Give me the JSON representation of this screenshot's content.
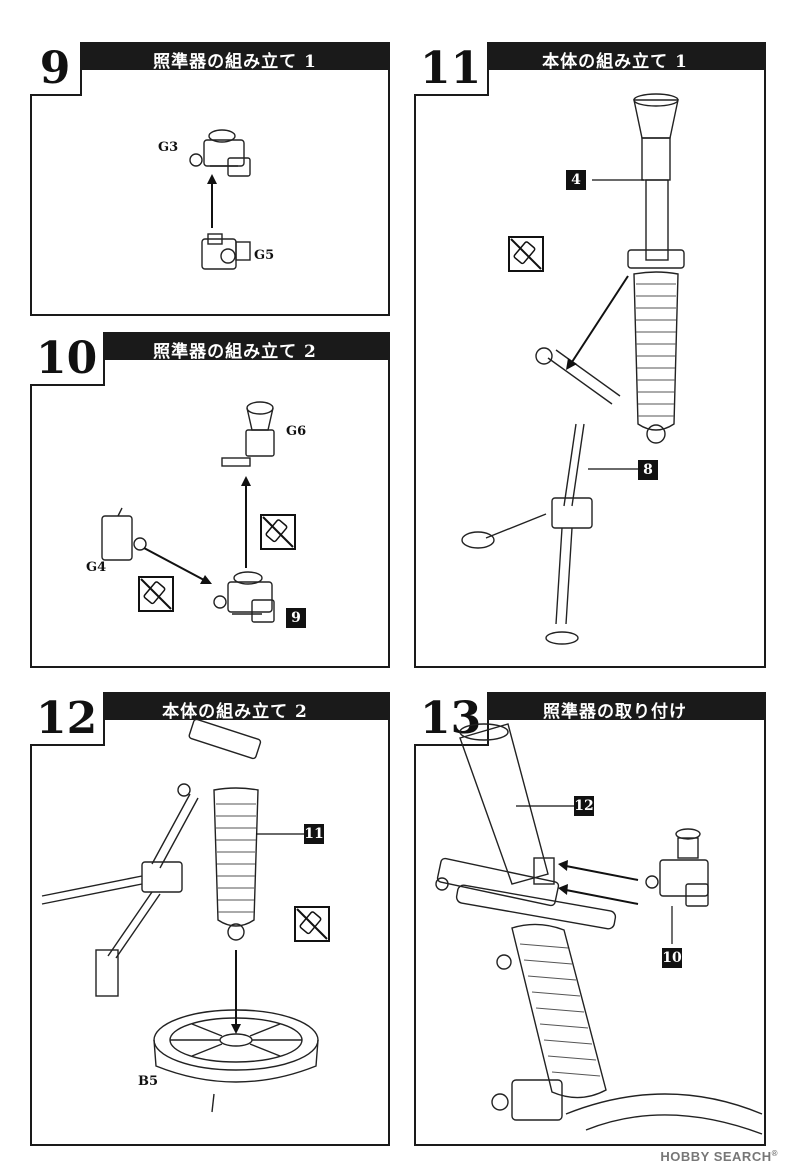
{
  "steps": [
    {
      "number": "9",
      "title": "照準器の組み立て 1",
      "labels": [
        "G3",
        "G5"
      ]
    },
    {
      "number": "10",
      "title": "照準器の組み立て 2",
      "labels": [
        "G6",
        "G4"
      ],
      "ref": "9"
    },
    {
      "number": "11",
      "title": "本体の組み立て 1",
      "refs": [
        "4",
        "8"
      ]
    },
    {
      "number": "12",
      "title": "本体の組み立て 2",
      "labels": [
        "B5"
      ],
      "ref": "11"
    },
    {
      "number": "13",
      "title": "照準器の取り付け",
      "refs": [
        "12",
        "10"
      ]
    }
  ],
  "icons": {
    "no_cement": "no-cement-icon"
  },
  "watermark": {
    "brand": "HOBBY SEARCH",
    "mark": "®"
  }
}
